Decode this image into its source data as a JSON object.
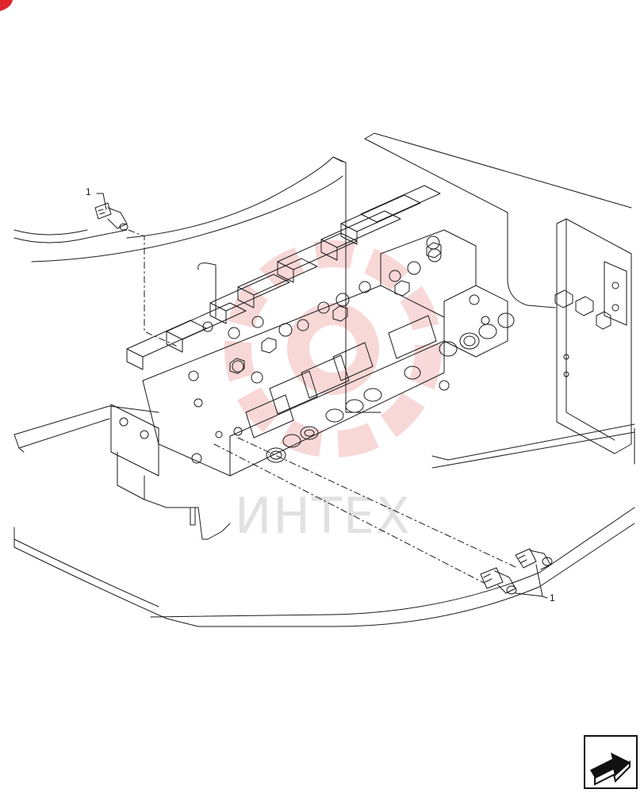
{
  "diagram": {
    "callouts": [
      {
        "id": "callout-top-left",
        "label": "1"
      },
      {
        "id": "callout-bottom-right",
        "label": "1"
      }
    ],
    "watermark": {
      "text": "ИНТЕХ",
      "color": "#f3b8b8"
    },
    "colors": {
      "line": "#1a1a1a",
      "brand_badge": "#e0242c",
      "nav_border": "#111111"
    },
    "nav_icon": {
      "name": "next-page-arrow-icon"
    }
  }
}
